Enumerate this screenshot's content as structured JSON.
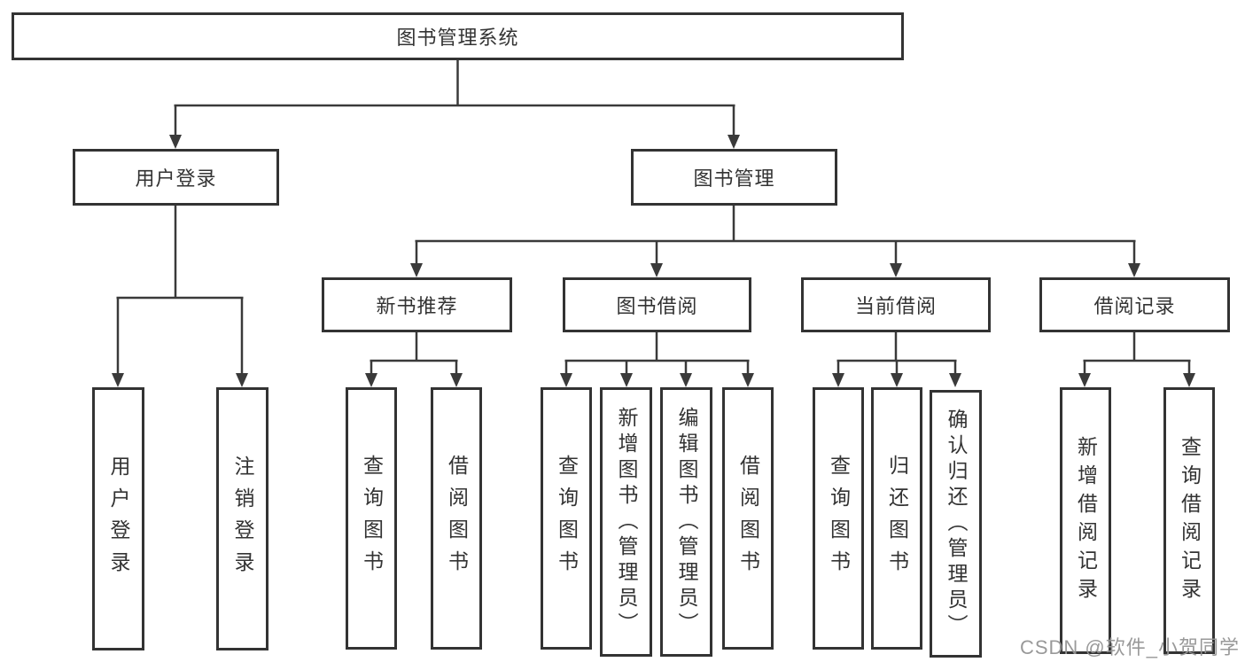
{
  "tree": {
    "root": {
      "label": "图书管理系统",
      "children": [
        {
          "label": "用户登录",
          "children": [
            {
              "label": "用户登录"
            },
            {
              "label": "注销登录"
            }
          ]
        },
        {
          "label": "图书管理",
          "children": [
            {
              "label": "新书推荐",
              "children": [
                {
                  "label": "查询图书"
                },
                {
                  "label": "借阅图书"
                }
              ]
            },
            {
              "label": "图书借阅",
              "children": [
                {
                  "label": "查询图书"
                },
                {
                  "label": "新增图书（管理员）"
                },
                {
                  "label": "编辑图书（管理员）"
                },
                {
                  "label": "借阅图书"
                }
              ]
            },
            {
              "label": "当前借阅",
              "children": [
                {
                  "label": "查询图书"
                },
                {
                  "label": "归还图书"
                },
                {
                  "label": "确认归还（管理员）"
                }
              ]
            },
            {
              "label": "借阅记录",
              "children": [
                {
                  "label": "新增借阅记录"
                },
                {
                  "label": "查询借阅记录"
                }
              ]
            }
          ]
        }
      ]
    }
  },
  "watermark": {
    "text": "CSDN @软件_小贺同学"
  },
  "colors": {
    "line": "#3a3a3a",
    "text": "#333333",
    "watermark": "#949494"
  }
}
